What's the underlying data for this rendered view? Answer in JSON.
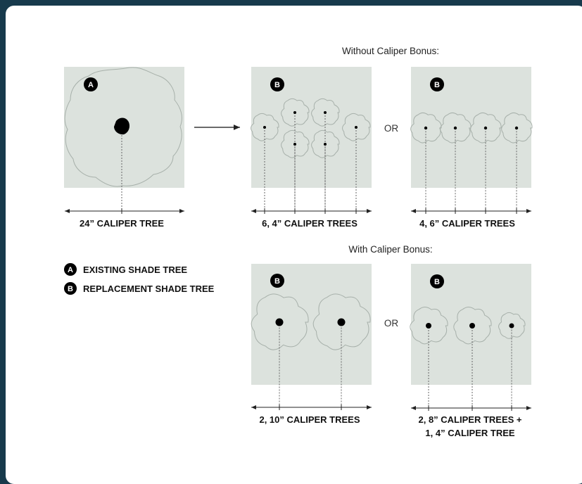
{
  "headers": {
    "without_bonus": "Without Caliper Bonus:",
    "with_bonus": "With Caliper Bonus:"
  },
  "or_label": "OR",
  "panels": {
    "existing": {
      "badge": "A",
      "caption": "24” CALIPER TREE"
    },
    "without_1": {
      "badge": "B",
      "caption": "6, 4” CALIPER TREES"
    },
    "without_2": {
      "badge": "B",
      "caption": "4, 6” CALIPER TREES"
    },
    "with_1": {
      "badge": "B",
      "caption": "2, 10” CALIPER TREES"
    },
    "with_2": {
      "badge": "B",
      "caption_line1": "2, 8” CALIPER TREES +",
      "caption_line2": "1, 4” CALIPER TREE"
    }
  },
  "legend": [
    {
      "badge": "A",
      "label": "EXISTING SHADE TREE"
    },
    {
      "badge": "B",
      "label": "REPLACEMENT SHADE TREE"
    }
  ],
  "colors": {
    "plot_fill": "#dce2dd",
    "canopy_stroke": "#a7b0aa",
    "background": "#173a4c"
  }
}
